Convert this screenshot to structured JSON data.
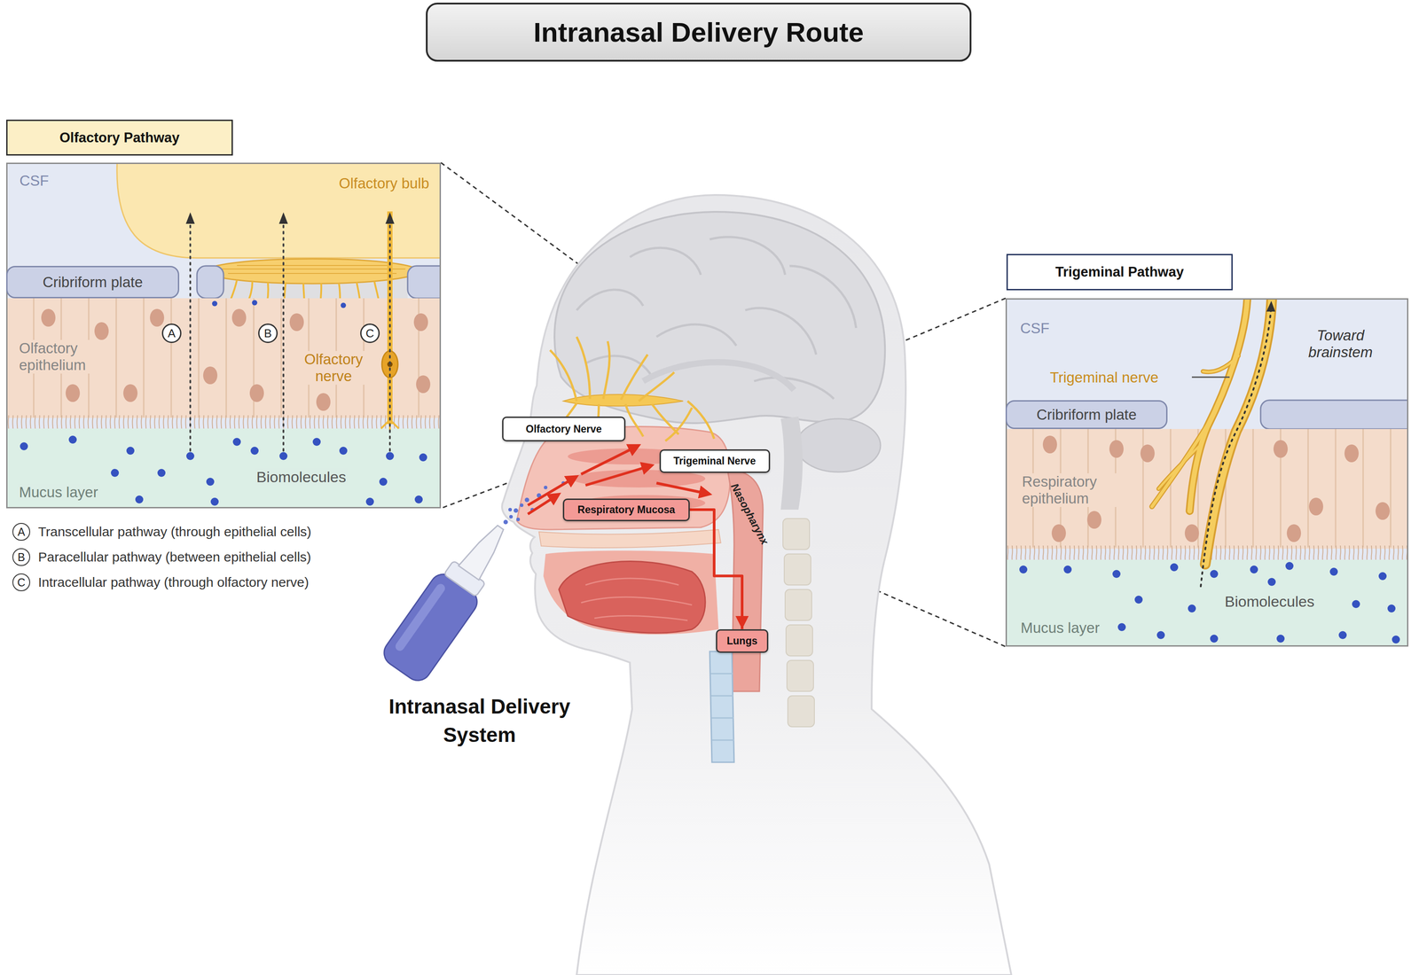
{
  "diagram": {
    "title": "Intranasal Delivery Route",
    "nodes": [
      {
        "text": [
          "Olfactory Pathway"
        ]
      },
      {
        "text": [
          "Cribriform plate"
        ],
        "in": 0
      },
      {
        "text": [
          "A"
        ],
        "in": 0
      },
      {
        "text": [
          "B"
        ],
        "in": 0
      },
      {
        "text": [
          "C"
        ],
        "in": 0
      },
      {
        "text": [
          "Olfactory Nerve"
        ]
      },
      {
        "text": [
          "Trigeminal Nerve"
        ]
      },
      {
        "text": [
          "Respiratory Mucosa"
        ]
      },
      {
        "text": [
          "Lungs"
        ]
      },
      {
        "text": [
          "Trigeminal Pathway"
        ]
      },
      {
        "text": [
          "Cribriform plate"
        ],
        "in": 9
      }
    ],
    "edges": [
      {
        "from": 7,
        "to": 8,
        "arrow": "to"
      }
    ],
    "labels": [
      "CSF",
      "Olfactory bulb",
      "Olfactory epithelium",
      "Olfactory nerve",
      "Biomolecules",
      "Mucus layer",
      "A",
      "B",
      "C",
      "Nasopharynx",
      "Intranasal Delivery System",
      "CSF",
      "Trigeminal nerve",
      "Toward brainstem",
      "Respiratory epithelium",
      "Biomolecules",
      "Mucus layer"
    ],
    "legend": [
      {
        "text": "Transcellular pathway (through epithelial cells)"
      },
      {
        "text": "Paracellular pathway (between epithelial cells)"
      },
      {
        "text": "Intracellular pathway (through olfactory nerve)"
      }
    ]
  }
}
